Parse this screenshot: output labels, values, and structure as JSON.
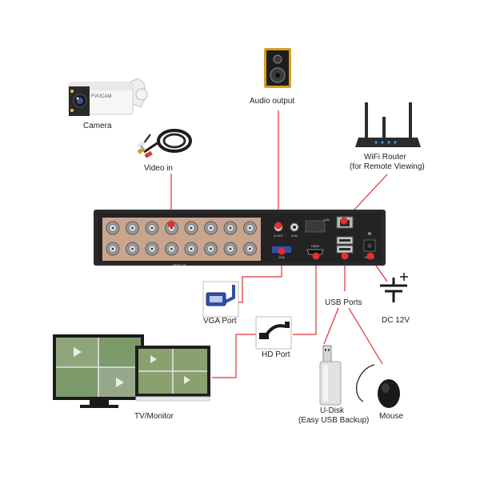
{
  "labels": {
    "camera": "Camera",
    "video_in": "Video in",
    "audio_output": "Audio output",
    "wifi_router_line1": "WiFi Router",
    "wifi_router_line2": "(for Remote Viewing)",
    "vga_port": "VGA Port",
    "hd_port": "HD Port",
    "usb_ports": "USB Ports",
    "dc": "DC 12V",
    "tv_monitor": "TV/Monitor",
    "udisk_line1": "U-Disk",
    "udisk_line2": "(Easy USB Backup)",
    "mouse": "Mouse"
  },
  "dvr": {
    "bnc_count": 16,
    "panel_labels": {
      "video_in": "VIDEO IN",
      "audio_out": "A-OUT",
      "audio_in": "A-IN",
      "vga": "VGA",
      "hdmi": "HDMI",
      "lan": "LAN",
      "usb": "USB",
      "power": "DC12V"
    }
  },
  "camera": {
    "brand": "FVUCAM"
  },
  "colors": {
    "connector_line": "#e03030",
    "dvr_body": "#2a2a2a",
    "bnc_panel": "#c9a58e",
    "bnc_ring": "#9a9a9a",
    "vga_blue": "#2f4fa8",
    "router": "#2b2b2b"
  }
}
